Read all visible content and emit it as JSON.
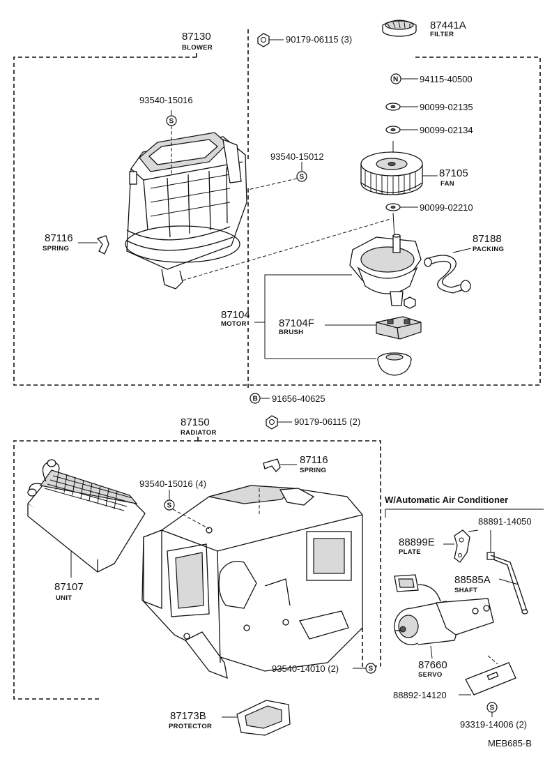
{
  "diagram": {
    "drawing_code": "MEB685-B",
    "section_auto_ac": "W/Automatic Air Conditioner",
    "parts": {
      "blower_no": "87130",
      "blower_name": "BLOWER",
      "filter_no": "87441A",
      "filter_name": "FILTER",
      "nut_top_no": "90179-06115 (3)",
      "nut_n_no": "94115-40500",
      "nut_n_sym": "N",
      "washer_a_no": "90099-02135",
      "washer_b_no": "90099-02134",
      "screw_s1_no": "93540-15016",
      "screw_s1_sym": "S",
      "screw_s2_no": "93540-15012",
      "screw_s2_sym": "S",
      "fan_no": "87105",
      "fan_name": "FAN",
      "washer_c_no": "90099-02210",
      "spring1_no": "87116",
      "spring1_name": "SPRING",
      "packing_no": "87188",
      "packing_name": "PACKING",
      "motor_no": "87104",
      "motor_name": "MOTOR",
      "brush_no": "87104F",
      "brush_name": "BRUSH",
      "bolt_b_no": "91656-40625",
      "bolt_b_sym": "B",
      "nut_mid_no": "90179-06115 (2)",
      "radiator_no": "87150",
      "radiator_name": "RADIATOR",
      "spring2_no": "87116",
      "spring2_name": "SPRING",
      "screw_s3_no": "93540-15016 (4)",
      "screw_s3_sym": "S",
      "unit_no": "87107",
      "unit_name": "UNIT",
      "screw_s4_no": "93540-14010 (2)",
      "screw_s4_sym": "S",
      "protector_no": "87173B",
      "protector_name": "PROTECTOR",
      "plate_part_no": "88891-14050",
      "plate_no": "88899E",
      "plate_name": "PLATE",
      "shaft_no": "88585A",
      "shaft_name": "SHAFT",
      "servo_no": "87660",
      "servo_name": "SERVO",
      "bracket_no": "88892-14120",
      "screw_s5_no": "93319-14006 (2)",
      "screw_s5_sym": "S"
    }
  }
}
